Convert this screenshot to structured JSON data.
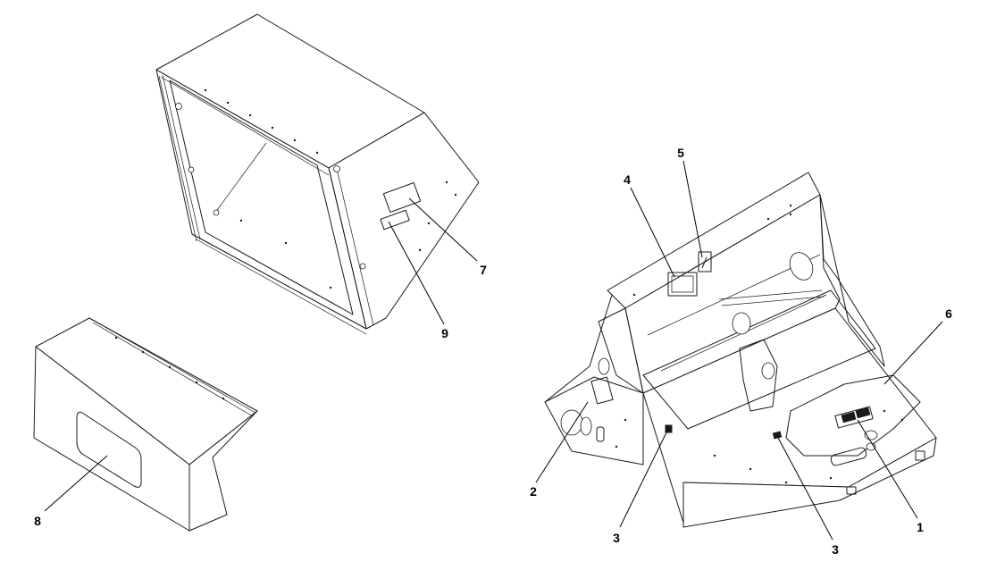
{
  "callouts": [
    {
      "id": "1",
      "label": "1"
    },
    {
      "id": "2",
      "label": "2"
    },
    {
      "id": "3a",
      "label": "3"
    },
    {
      "id": "3b",
      "label": "3"
    },
    {
      "id": "4",
      "label": "4"
    },
    {
      "id": "5",
      "label": "5"
    },
    {
      "id": "6",
      "label": "6"
    },
    {
      "id": "7",
      "label": "7"
    },
    {
      "id": "8",
      "label": "8"
    },
    {
      "id": "9",
      "label": "9"
    }
  ],
  "colors": {
    "line": "#1a1a1a",
    "background": "#ffffff"
  }
}
